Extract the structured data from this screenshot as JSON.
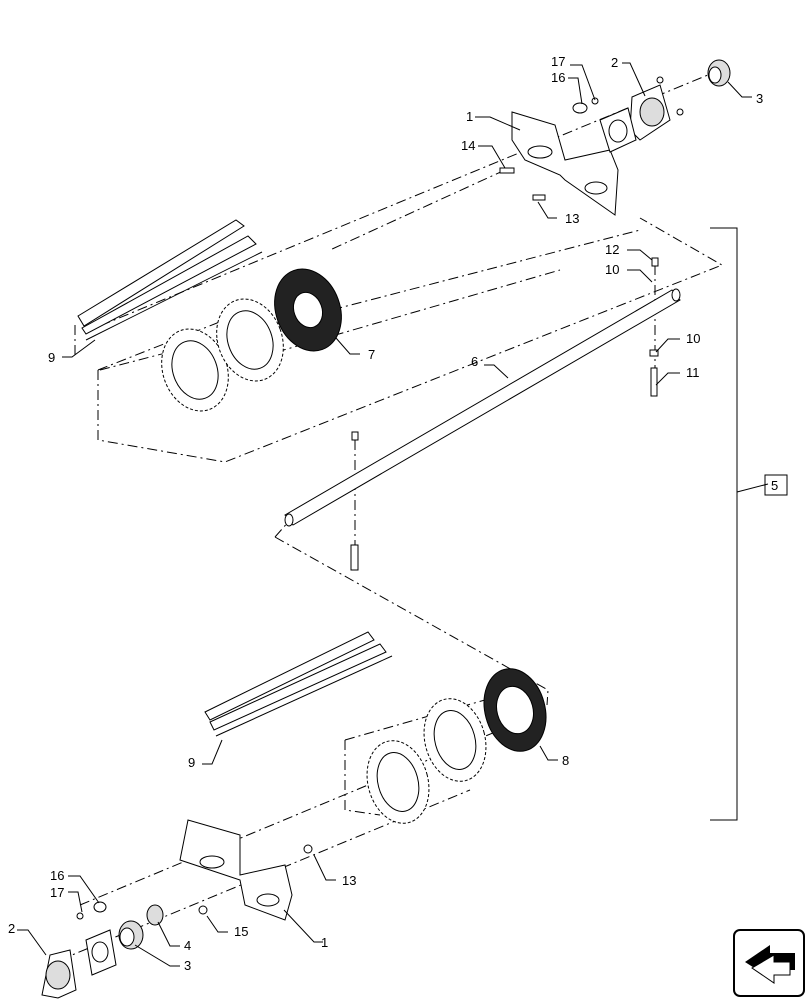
{
  "callouts": [
    {
      "id": "c17a",
      "text": "17"
    },
    {
      "id": "c16a",
      "text": "16"
    },
    {
      "id": "c2a",
      "text": "2"
    },
    {
      "id": "c3a",
      "text": "3"
    },
    {
      "id": "c1a",
      "text": "1"
    },
    {
      "id": "c14",
      "text": "14"
    },
    {
      "id": "c13a",
      "text": "13"
    },
    {
      "id": "c12",
      "text": "12"
    },
    {
      "id": "c10a",
      "text": "10"
    },
    {
      "id": "c10b",
      "text": "10"
    },
    {
      "id": "c11",
      "text": "11"
    },
    {
      "id": "c9a",
      "text": "9"
    },
    {
      "id": "c7",
      "text": "7"
    },
    {
      "id": "c6",
      "text": "6"
    },
    {
      "id": "c5",
      "text": "5"
    },
    {
      "id": "c9b",
      "text": "9"
    },
    {
      "id": "c8",
      "text": "8"
    },
    {
      "id": "c13b",
      "text": "13"
    },
    {
      "id": "c16b",
      "text": "16"
    },
    {
      "id": "c17b",
      "text": "17"
    },
    {
      "id": "c2b",
      "text": "2"
    },
    {
      "id": "c15",
      "text": "15"
    },
    {
      "id": "c4",
      "text": "4"
    },
    {
      "id": "c3b",
      "text": "3"
    },
    {
      "id": "c1b",
      "text": "1"
    }
  ],
  "nav_icon": "previous-arrow-icon"
}
